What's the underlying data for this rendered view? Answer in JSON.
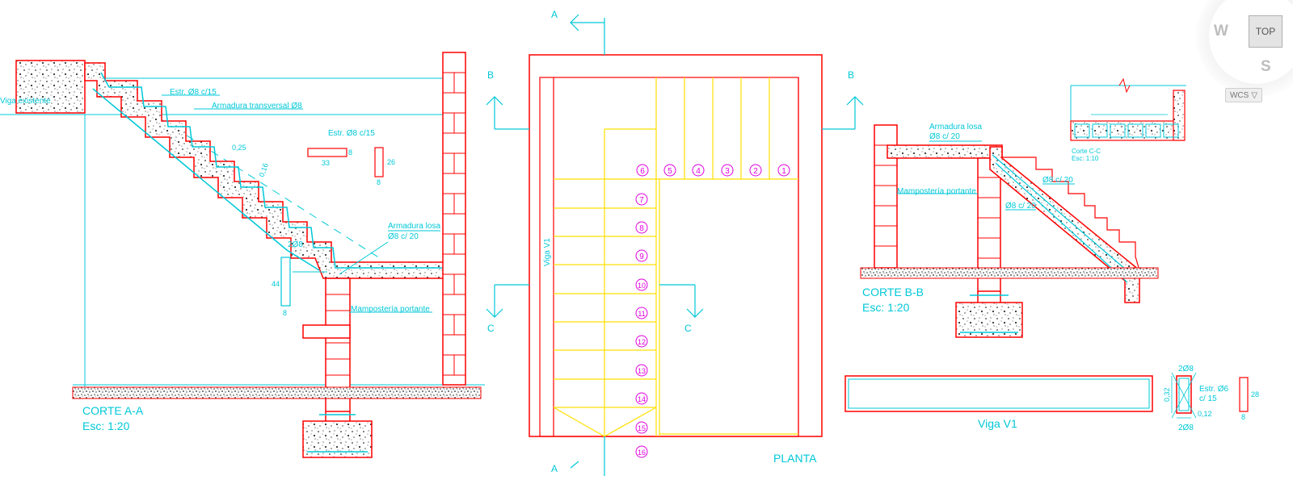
{
  "labels": {
    "corte_aa_title": "CORTE A-A",
    "corte_aa_scale": "Esc: 1:20",
    "viga_existente": "Viga existente",
    "estr_1": "Estr. Ø8 c/15",
    "armadura_transversal": "Armadura transversal Ø8",
    "estr_2": "Estr. Ø8 c/15",
    "dim_8": "8",
    "dim_33": "33",
    "dim_26": "26",
    "dim_8b": "8",
    "dim_025": "0,25",
    "dim_016": "0,16",
    "armadura_losa_a": "Armadura losa",
    "armadura_losa_a2": "Ø8 c/ 20",
    "bars_2phi8": "2Ø8",
    "dim_44": "44",
    "dim_8c": "8",
    "mamposteria_a": "Mampostería portante",
    "planta": "PLANTA",
    "viga_v1_vertical": "Viga V1",
    "sec_a_top": "A",
    "sec_a_bot": "A",
    "sec_b_left": "B",
    "sec_b_right": "B",
    "sec_c_left": "C",
    "sec_c_right": "C",
    "corte_bb_title": "CORTE B-B",
    "corte_bb_scale": "Esc: 1:20",
    "armadura_losa_b": "Armadura losa",
    "armadura_losa_b2": "Ø8 c/ 20",
    "mamposteria_b": "Mampostería portante",
    "phi8_c20_a": "Ø8 c/ 20",
    "phi8_c20_b": "Ø8 c/ 20",
    "corte_cc": "Corte C-C",
    "corte_cc_scale": "Esc: 1:10",
    "viga_v1": "Viga V1",
    "v1_top_bars": "2Ø8",
    "v1_bot_bars": "2Ø8",
    "v1_h": "0,32",
    "v1_w": "0,12",
    "v1_estr": "Estr. Ø6",
    "v1_estr2": "c/ 15",
    "v1_dim_28": "28",
    "v1_dim_8": "8"
  },
  "steps_top_row": [
    "6",
    "5",
    "4",
    "3",
    "2",
    "1"
  ],
  "steps_left_col": [
    "7",
    "8",
    "9",
    "10",
    "11",
    "12",
    "13",
    "14",
    "15",
    "16"
  ],
  "nav": {
    "top": "TOP",
    "west": "W",
    "south": "S",
    "wcs": "WCS"
  },
  "colors": {
    "background": "#ffffff",
    "red": "#ff0000",
    "cyan": "#00c8d8",
    "yellow": "#ffe000",
    "magenta": "#e000e0"
  }
}
